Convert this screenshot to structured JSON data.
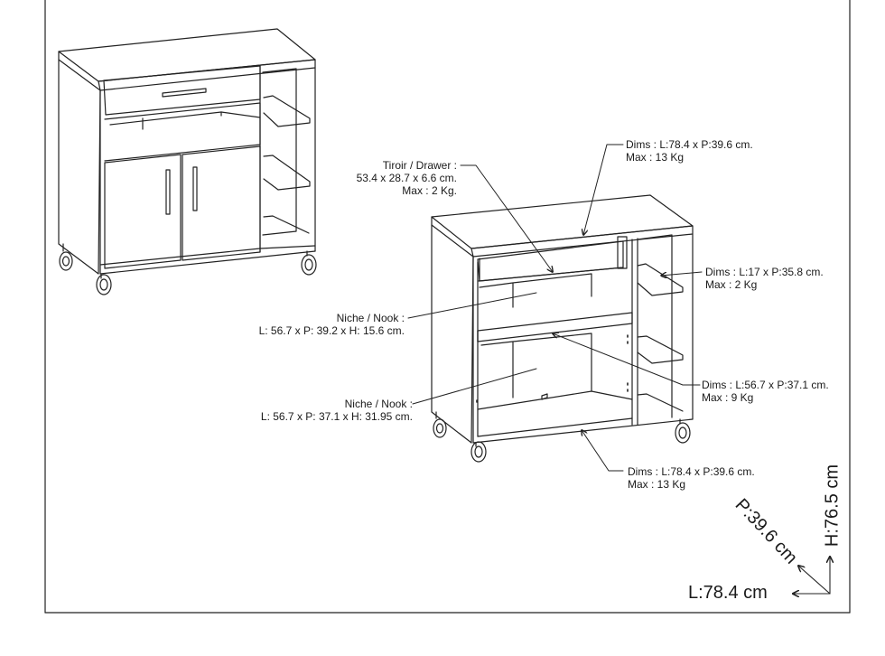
{
  "callouts": {
    "drawer": {
      "line1": "Tiroir / Drawer :",
      "line2": "53.4 x 28.7 x 6.6 cm.",
      "line3": "Max : 2 Kg."
    },
    "top": {
      "line1": "Dims : L:78.4 x P:39.6 cm.",
      "line2": "Max : 13 Kg"
    },
    "side_shelf": {
      "line1": "Dims : L:17 x P:35.8 cm.",
      "line2": "Max : 2 Kg"
    },
    "niche_upper": {
      "line1": "Niche / Nook :",
      "line2": "L: 56.7 x P: 39.2 x H: 15.6 cm."
    },
    "middle_shelf": {
      "line1": "Dims : L:56.7 x P:37.1 cm.",
      "line2": "Max : 9 Kg"
    },
    "niche_lower": {
      "line1": "Niche / Nook :",
      "line2": "L: 56.7 x P: 37.1 x H: 31.95 cm."
    },
    "bottom": {
      "line1": "Dims : L:78.4 x P:39.6 cm.",
      "line2": "Max : 13 Kg"
    }
  },
  "overall": {
    "height": "H:76.5 cm",
    "depth": "P:39.6 cm",
    "length": "L:78.4 cm"
  }
}
